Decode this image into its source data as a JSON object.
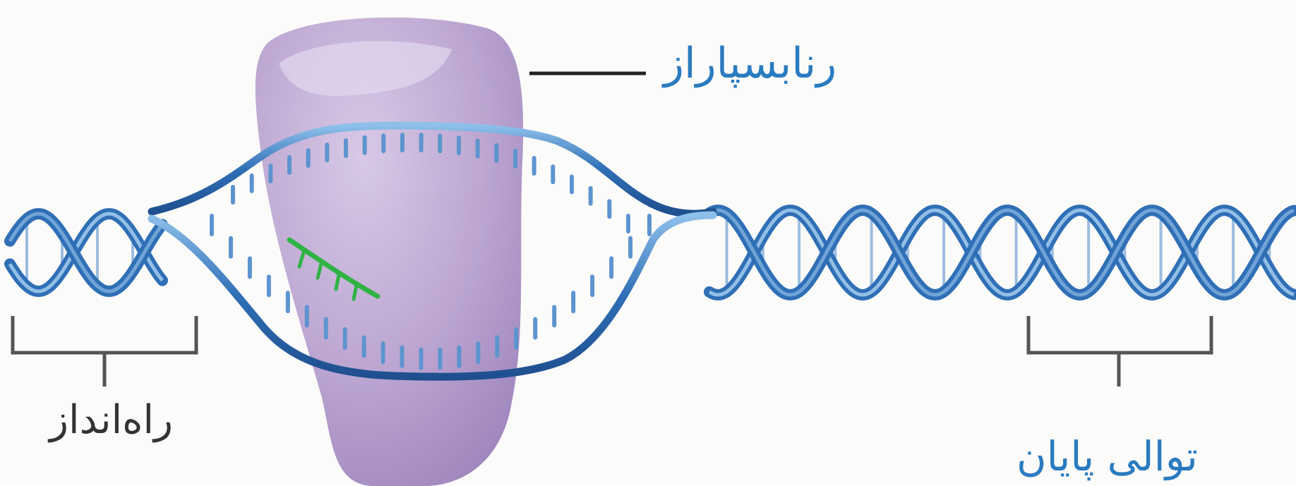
{
  "labels": {
    "rna_polymerase": "رنابسپاراز",
    "promoter": "راه‌انداز",
    "terminator_sequence": "توالی پایان"
  },
  "colors": {
    "background": "#fbfbfa",
    "dna_strand": "#2f6fb6",
    "dna_highlight": "#9ec8ec",
    "base_pairs": "#5d94cf",
    "polymerase": "#b9a3cd",
    "rna_transcript": "#2fb344",
    "promoter_label": "#333333",
    "polymerase_label": "#2a7bc0",
    "terminator_label": "#2a7bc0",
    "brackets": "#555555"
  }
}
